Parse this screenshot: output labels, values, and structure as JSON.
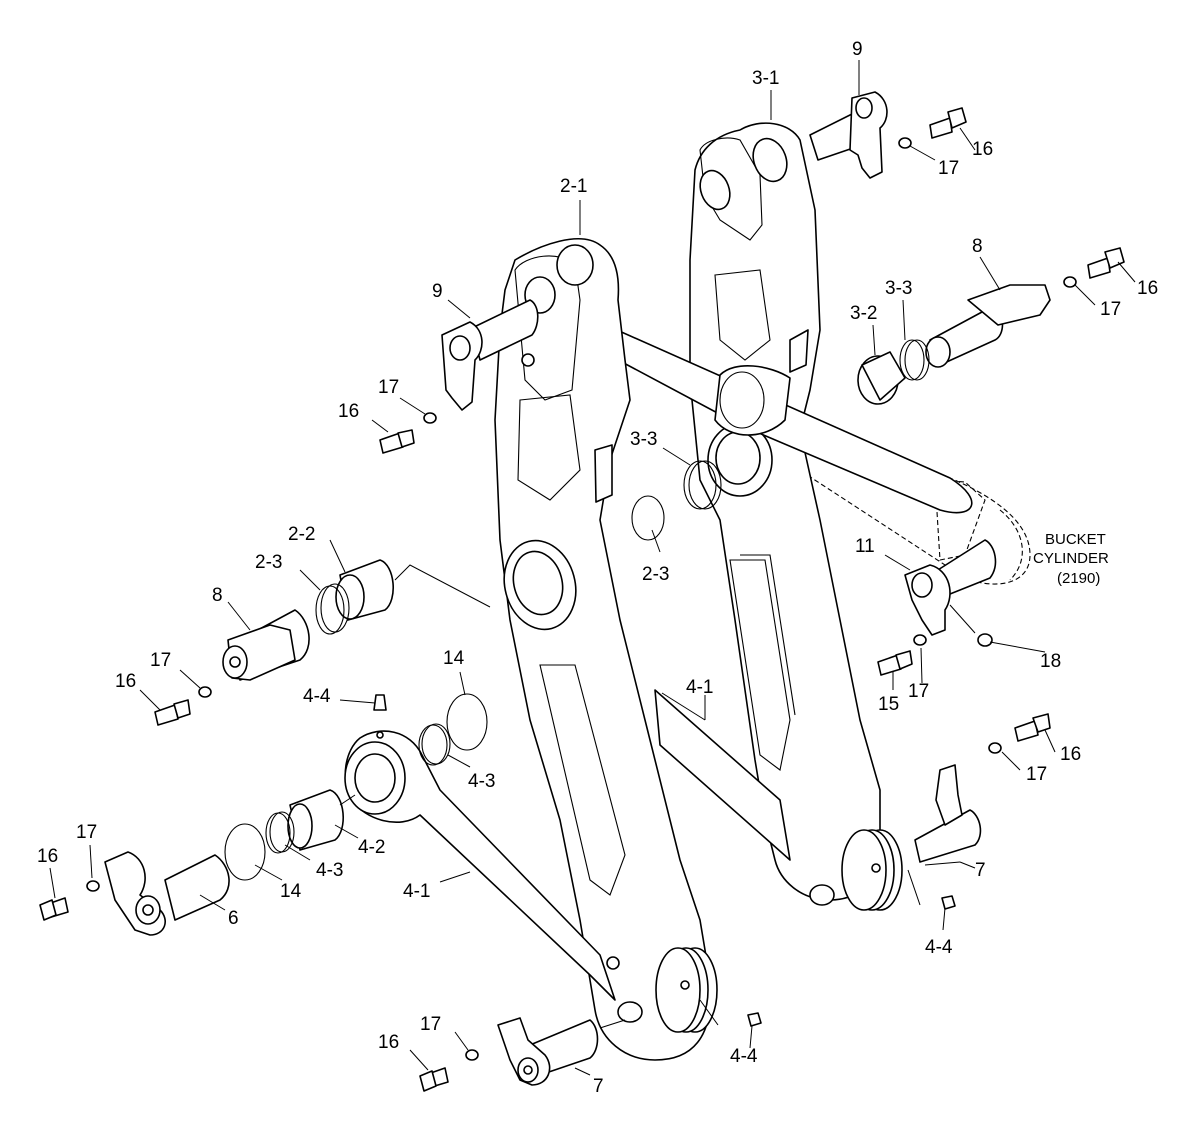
{
  "callouts": [
    {
      "id": "c-3-1",
      "text": "3-1"
    },
    {
      "id": "c-9a",
      "text": "9"
    },
    {
      "id": "c-16a",
      "text": "16"
    },
    {
      "id": "c-17a",
      "text": "17"
    },
    {
      "id": "c-2-1",
      "text": "2-1"
    },
    {
      "id": "c-8a",
      "text": "8"
    },
    {
      "id": "c-3-3a",
      "text": "3-3"
    },
    {
      "id": "c-3-2",
      "text": "3-2"
    },
    {
      "id": "c-16b",
      "text": "16"
    },
    {
      "id": "c-17b",
      "text": "17"
    },
    {
      "id": "c-9b",
      "text": "9"
    },
    {
      "id": "c-17c",
      "text": "17"
    },
    {
      "id": "c-16c",
      "text": "16"
    },
    {
      "id": "c-3-3b",
      "text": "3-3"
    },
    {
      "id": "c-2-2",
      "text": "2-2"
    },
    {
      "id": "c-2-3a",
      "text": "2-3"
    },
    {
      "id": "c-2-3b",
      "text": "2-3"
    },
    {
      "id": "c-11",
      "text": "11"
    },
    {
      "id": "c-8b",
      "text": "8"
    },
    {
      "id": "c-17d",
      "text": "17"
    },
    {
      "id": "c-16d",
      "text": "16"
    },
    {
      "id": "c-14a",
      "text": "14"
    },
    {
      "id": "c-4-4a",
      "text": "4-4"
    },
    {
      "id": "c-4-1a",
      "text": "4-1"
    },
    {
      "id": "c-18",
      "text": "18"
    },
    {
      "id": "c-15",
      "text": "15"
    },
    {
      "id": "c-17e",
      "text": "17"
    },
    {
      "id": "c-4-3a",
      "text": "4-3"
    },
    {
      "id": "c-16e",
      "text": "16"
    },
    {
      "id": "c-17f",
      "text": "17"
    },
    {
      "id": "c-4-2",
      "text": "4-2"
    },
    {
      "id": "c-4-3b",
      "text": "4-3"
    },
    {
      "id": "c-14b",
      "text": "14"
    },
    {
      "id": "c-16f",
      "text": "16"
    },
    {
      "id": "c-17g",
      "text": "17"
    },
    {
      "id": "c-4-1b",
      "text": "4-1"
    },
    {
      "id": "c-6",
      "text": "6"
    },
    {
      "id": "c-7a",
      "text": "7"
    },
    {
      "id": "c-4-4b",
      "text": "4-4"
    },
    {
      "id": "c-17h",
      "text": "17"
    },
    {
      "id": "c-16g",
      "text": "16"
    },
    {
      "id": "c-4-4c",
      "text": "4-4"
    },
    {
      "id": "c-7b",
      "text": "7"
    }
  ],
  "bucket_cylinder": {
    "line1": "BUCKET",
    "line2": "CYLINDER",
    "line3": "(2190)"
  }
}
